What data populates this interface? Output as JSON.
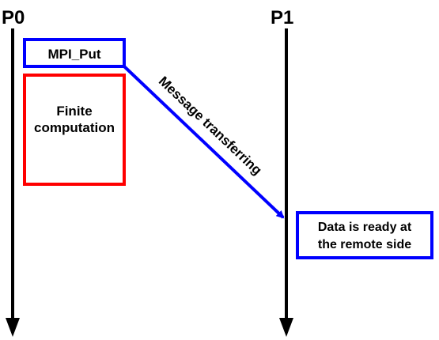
{
  "processes": {
    "p0_label": "P0",
    "p1_label": "P1"
  },
  "boxes": {
    "mpi_put": "MPI_Put",
    "finite_line1": "Finite",
    "finite_line2": "computation",
    "ready_line1": "Data is ready at",
    "ready_line2": "the remote side"
  },
  "arrow": {
    "label": "Message transferring"
  },
  "colors": {
    "timeline": "#000000",
    "blue": "#0000ff",
    "red": "#ff0000"
  }
}
